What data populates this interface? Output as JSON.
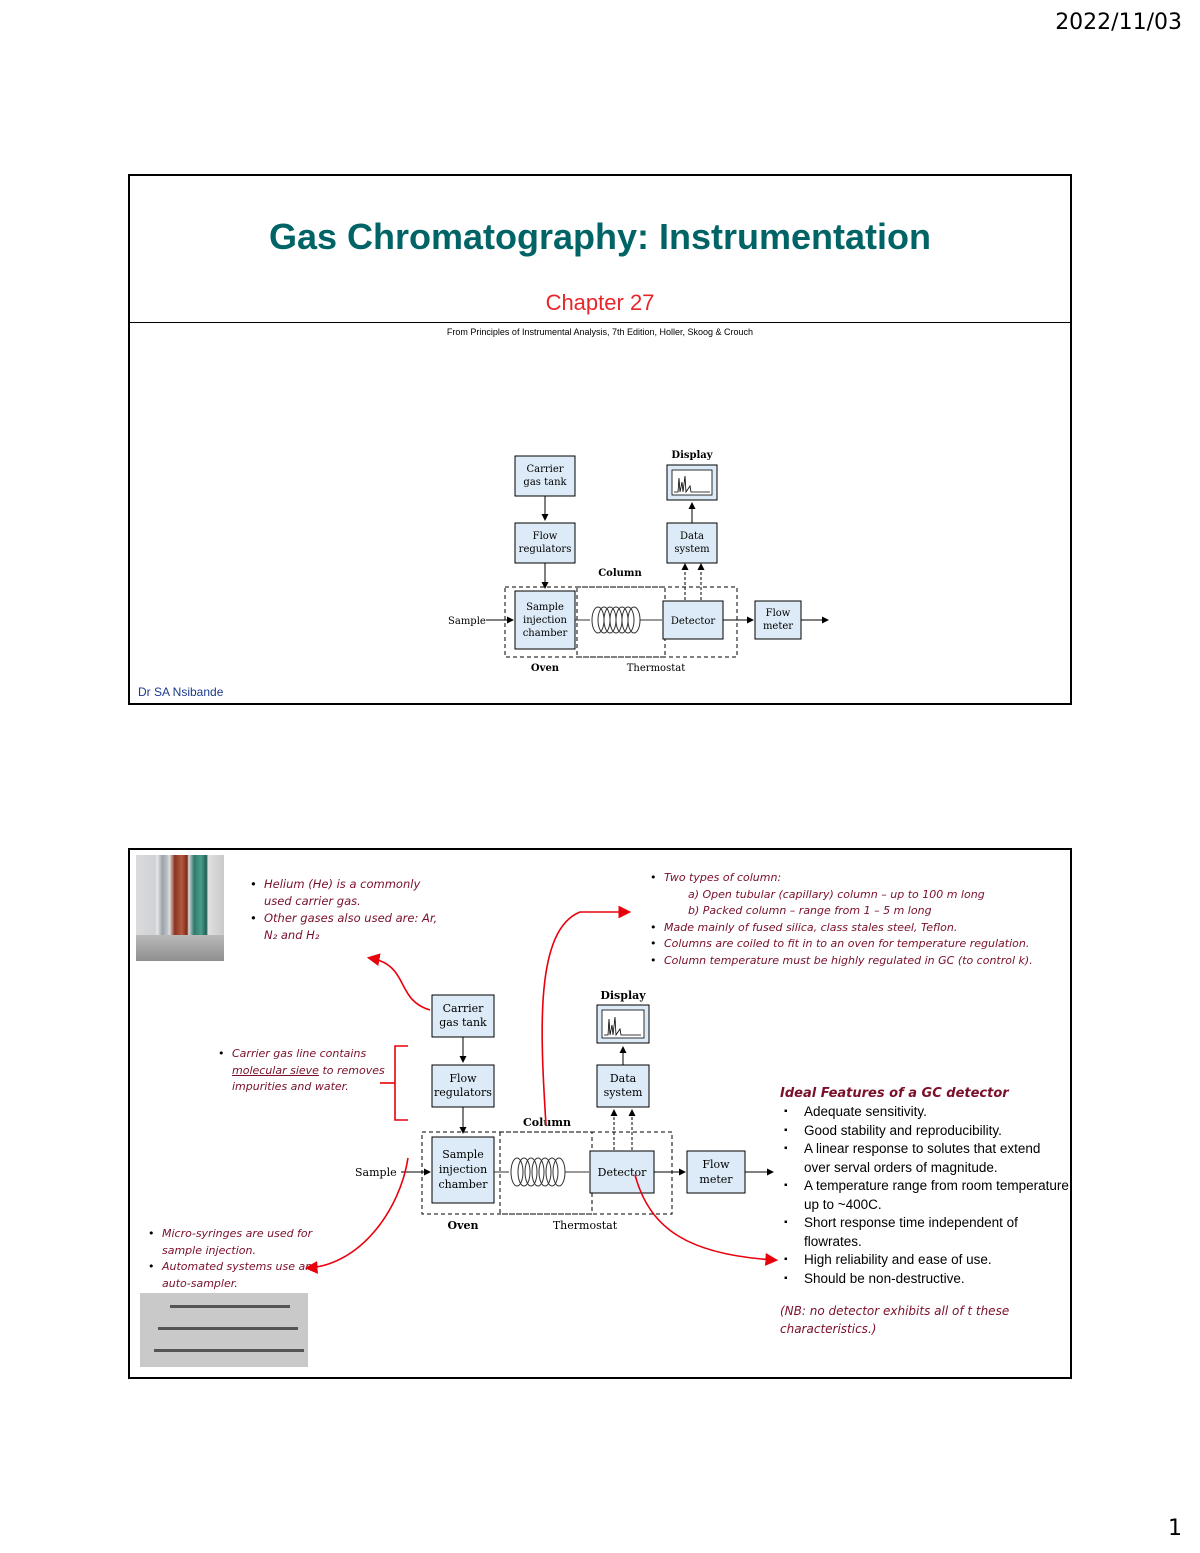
{
  "header": {
    "date": "2022/11/03",
    "page_number": "1"
  },
  "slide1": {
    "title": "Gas Chromatography: Instrumentation",
    "subtitle": "Chapter 27",
    "citation": "From Principles of Instrumental Analysis, 7th Edition, Holler, Skoog & Crouch",
    "author": "Dr SA Nsibande"
  },
  "diagram": {
    "carrier": [
      "Carrier",
      "gas tank"
    ],
    "flow": [
      "Flow",
      "regulators"
    ],
    "sample_chamber": [
      "Sample",
      "injection",
      "chamber"
    ],
    "detector": "Detector",
    "flow_meter": [
      "Flow",
      "meter"
    ],
    "data_system": [
      "Data",
      "system"
    ],
    "display": "Display",
    "column": "Column",
    "sample": "Sample",
    "oven": "Oven",
    "thermostat": "Thermostat"
  },
  "slide2": {
    "carrier_notes": [
      "Helium (He) is a commonly used carrier gas.",
      "Other gases also used are: Ar, N₂ and H₂"
    ],
    "column_intro": "Two types of column:",
    "column_types": [
      "a)   Open tubular (capillary) column – up to 100 m long",
      "b)   Packed column – range from 1 – 5 m long"
    ],
    "column_notes": [
      "Made mainly of fused silica, class stales steel, Teflon.",
      "Columns are coiled to fit in to an oven for temperature regulation.",
      "Column temperature must be highly regulated in GC (to control k)."
    ],
    "line_note_pre": "Carrier gas line contains",
    "line_note_u": "molecular sieve",
    "line_note_post": "to removes impurities and water.",
    "injection_notes": [
      "Micro-syringes are used for sample injection.",
      "Automated systems use an auto-sampler."
    ],
    "detector_title": "Ideal Features of a GC detector",
    "detector_features": [
      "Adequate sensitivity.",
      "Good stability and reproducibility.",
      "A linear response to solutes that extend over serval orders of magnitude.",
      "A temperature range from room temperature up to ~400C.",
      "Short response time independent of flowrates.",
      "High reliability and ease of use.",
      "Should be non-destructive."
    ],
    "nb": "(NB: no detector exhibits all of t these characteristics.)"
  },
  "colors": {
    "title_teal": "#006466",
    "subtitle_red": "#e8262a",
    "ink_maroon": "#7a0f2a",
    "box_fill": "#dcebf7",
    "arrow_red": "#e8000b"
  }
}
